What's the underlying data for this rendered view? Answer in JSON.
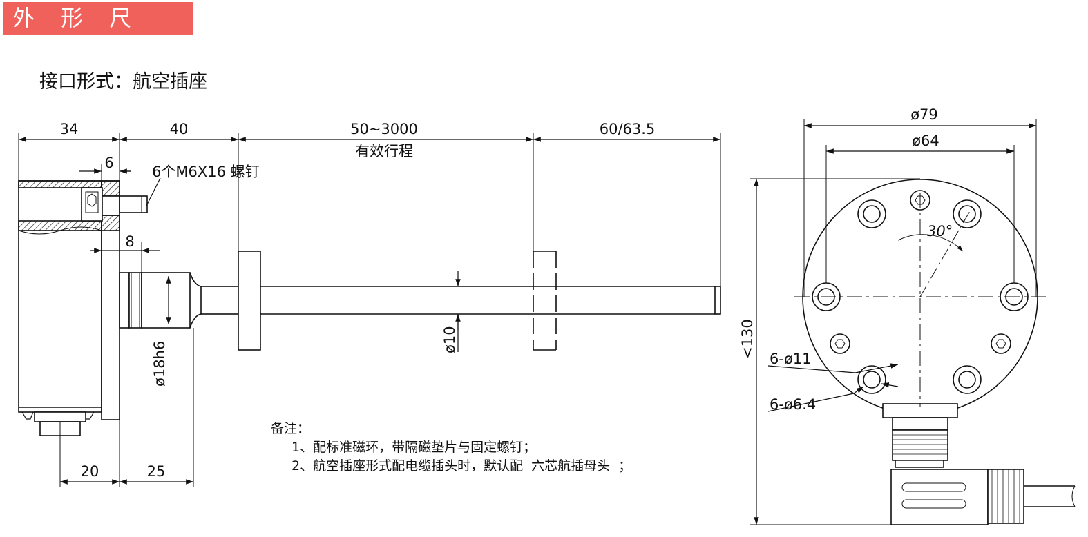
{
  "header": {
    "title": "外 形 尺 寸：",
    "interface_label": "接口形式：航空插座"
  },
  "colors": {
    "banner_bg": "#f0615b",
    "banner_text": "#ffffff",
    "line": "#111111"
  },
  "side_view": {
    "dim_34": "34",
    "dim_40": "40",
    "dim_stroke": "50~3000",
    "dim_stroke_label": "有效行程",
    "dim_end": "60/63.5",
    "dim_6": "6",
    "screw_note": "6个M6X16 螺钉",
    "dim_8": "8",
    "dim_shaft": "ø18h6",
    "dim_rod": "ø10",
    "dim_20": "20",
    "dim_25": "25"
  },
  "front_view": {
    "dim_outer": "ø79",
    "dim_pcd": "ø64",
    "dim_height": "<130",
    "dim_angle": "30°",
    "dim_hole_outer": "6-ø11",
    "dim_hole_inner": "6-ø6.4"
  },
  "notes": {
    "title": "备注：",
    "items": [
      "1、配标准磁环，带隔磁垫片与固定螺钉；",
      "2、航空插座形式配电缆插头时，默认配  六芯航插母头  ；"
    ]
  }
}
